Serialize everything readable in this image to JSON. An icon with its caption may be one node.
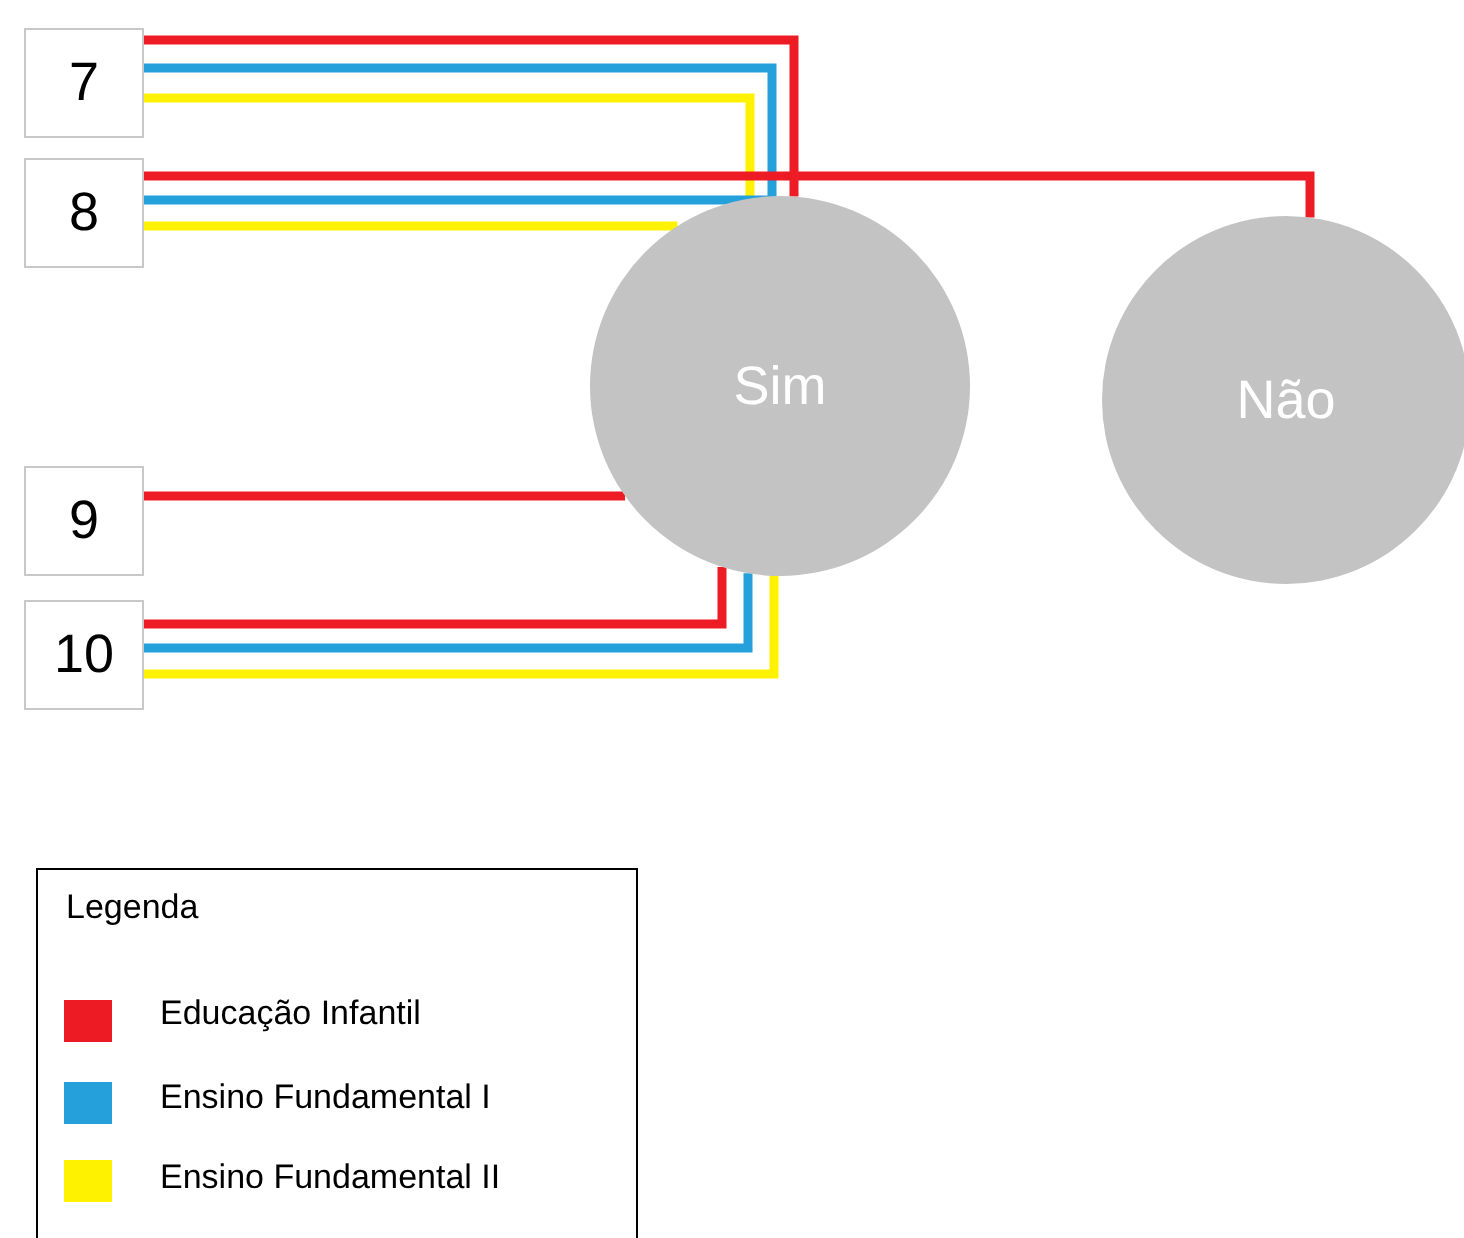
{
  "diagram": {
    "nodes": [
      {
        "text": [
          "7"
        ]
      },
      {
        "text": [
          "8"
        ]
      },
      {
        "text": [
          "9"
        ]
      },
      {
        "text": [
          "10"
        ]
      },
      {
        "text": [
          "Sim"
        ]
      },
      {
        "text": [
          "Não"
        ]
      }
    ],
    "edges": [
      {
        "from": 0,
        "to": 4,
        "arrow": "none",
        "color": "#ed1c24"
      },
      {
        "from": 0,
        "to": 4,
        "arrow": "none",
        "color": "#26a0da"
      },
      {
        "from": 0,
        "to": 4,
        "arrow": "none",
        "color": "#fff200"
      },
      {
        "from": 1,
        "to": 5,
        "arrow": "none",
        "color": "#ed1c24"
      },
      {
        "from": 1,
        "to": 4,
        "arrow": "none",
        "color": "#26a0da"
      },
      {
        "from": 1,
        "to": 4,
        "arrow": "none",
        "color": "#fff200"
      },
      {
        "from": 2,
        "to": 4,
        "arrow": "none",
        "color": "#ed1c24"
      },
      {
        "from": 3,
        "to": 4,
        "arrow": "none",
        "color": "#ed1c24"
      },
      {
        "from": 3,
        "to": 4,
        "arrow": "none",
        "color": "#26a0da"
      },
      {
        "from": 3,
        "to": 4,
        "arrow": "none",
        "color": "#fff200"
      }
    ],
    "legend": [
      {
        "text": "Legenda"
      },
      {
        "text": "Educação Infantil",
        "color": "#ed1c24"
      },
      {
        "text": "Ensino Fundamental I",
        "color": "#26a0da"
      },
      {
        "text": "Ensino Fundamental II",
        "color": "#fff200"
      }
    ]
  }
}
